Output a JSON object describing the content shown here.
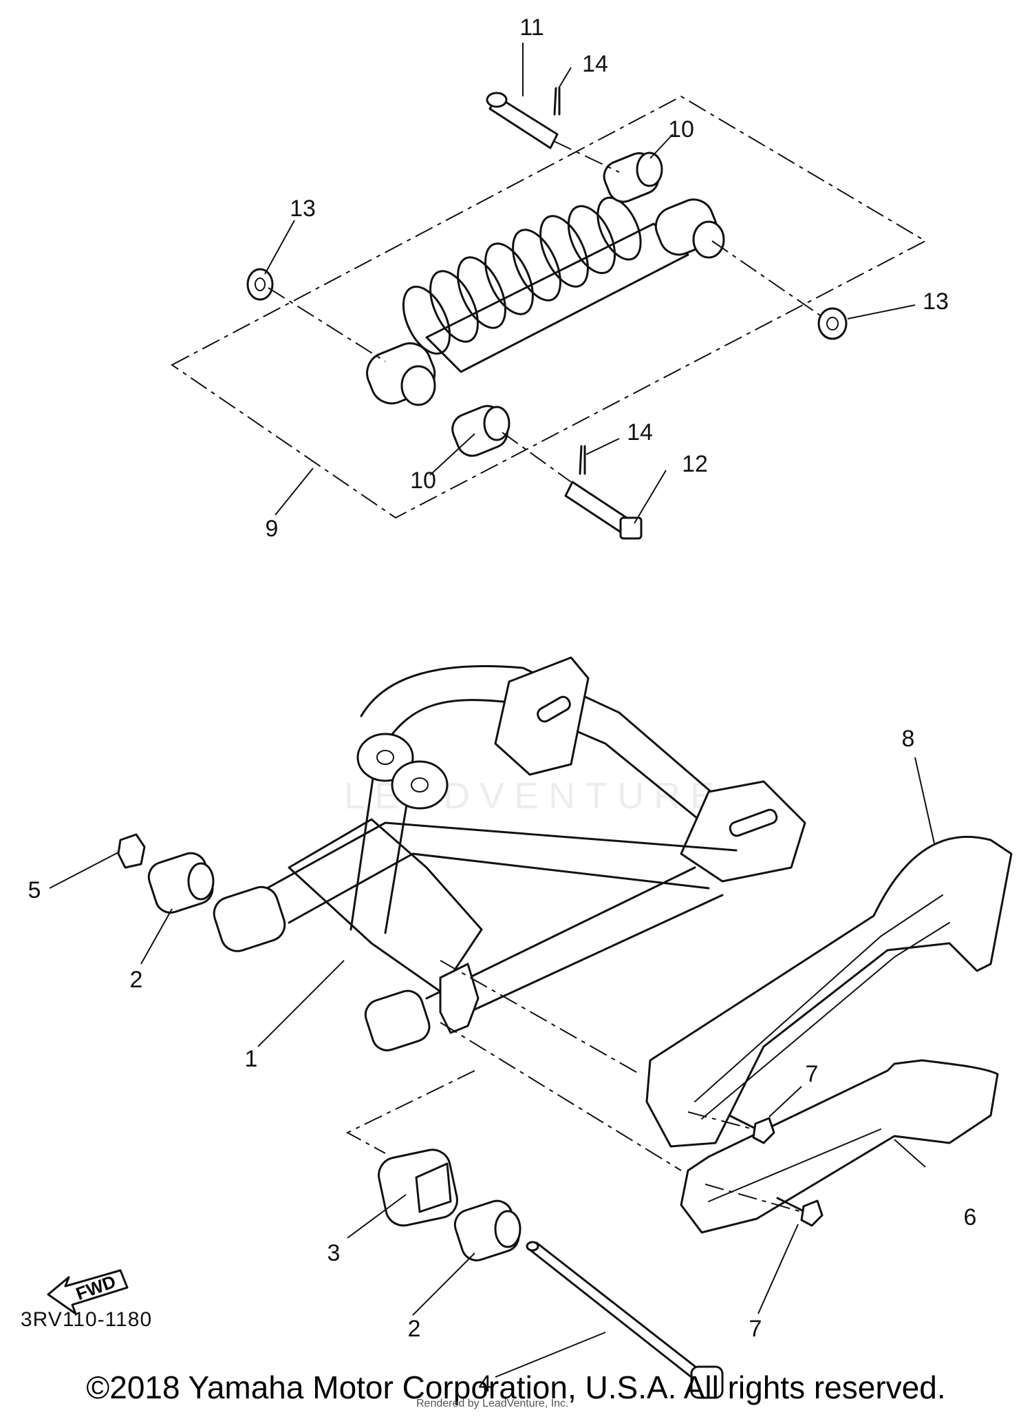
{
  "diagram": {
    "callouts": {
      "c1": "1",
      "c2a": "2",
      "c2b": "2",
      "c3": "3",
      "c4": "4",
      "c5": "5",
      "c6": "6",
      "c7a": "7",
      "c7b": "7",
      "c8": "8",
      "c9": "9",
      "c10a": "10",
      "c10b": "10",
      "c11": "11",
      "c12": "12",
      "c13a": "13",
      "c13b": "13",
      "c14a": "14",
      "c14b": "14"
    },
    "fwd_label": "FWD",
    "diagram_code": "3RV110-1180",
    "watermark": "LEADVENTURE"
  },
  "footer": {
    "copyright": "©2018 Yamaha Motor Corporation, U.S.A. All rights reserved.",
    "render_credit": "Rendered by LeadVenture, Inc."
  }
}
